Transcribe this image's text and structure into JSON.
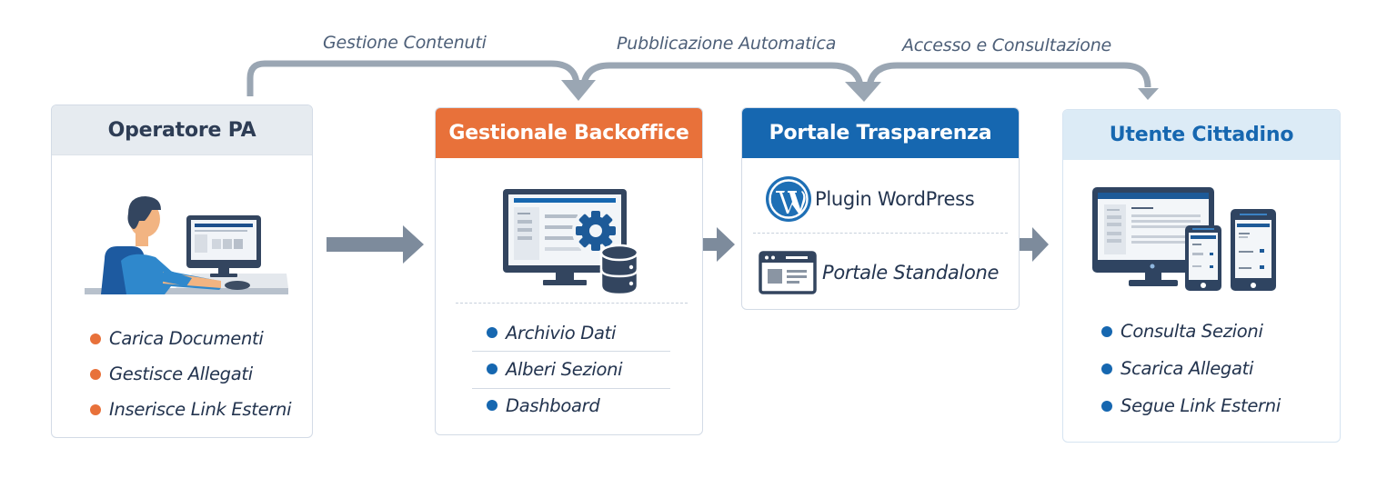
{
  "flow_labels": {
    "content_management": "Gestione Contenuti",
    "auto_publishing": "Pubblicazione Automatica",
    "access_consultation": "Accesso e Consultazione"
  },
  "colors": {
    "operator_header_bg": "#e6ebf0",
    "operator_header_text": "#2e3d55",
    "operator_bullet": "#e8713a",
    "backoffice_header_bg": "#e8713a",
    "portal_header_bg": "#1667b0",
    "citizen_header_bg": "#dcebf6",
    "citizen_header_text": "#1667b0",
    "blue_bullet": "#1667b0",
    "arrow": "#7d8b9c",
    "connector": "#9aa6b3"
  },
  "cards": {
    "operator": {
      "title": "Operatore PA",
      "icon": "operator-at-computer-illustration",
      "items": [
        "Carica Documenti",
        "Gestisce Allegati",
        "Inserisce Link Esterni"
      ]
    },
    "backoffice": {
      "title": "Gestionale Backoffice",
      "icon": "monitor-gear-database-illustration",
      "items": [
        "Archivio Dati",
        "Alberi Sezioni",
        "Dashboard"
      ]
    },
    "portal": {
      "title": "Portale Trasparenza",
      "options": [
        {
          "label": "Plugin WordPress",
          "icon": "wordpress-logo-icon"
        },
        {
          "label": "Portale Standalone",
          "icon": "browser-window-icon"
        }
      ]
    },
    "citizen": {
      "title": "Utente Cittadino",
      "icon": "multi-device-illustration",
      "items": [
        "Consulta Sezioni",
        "Scarica Allegati",
        "Segue Link Esterni"
      ]
    }
  }
}
